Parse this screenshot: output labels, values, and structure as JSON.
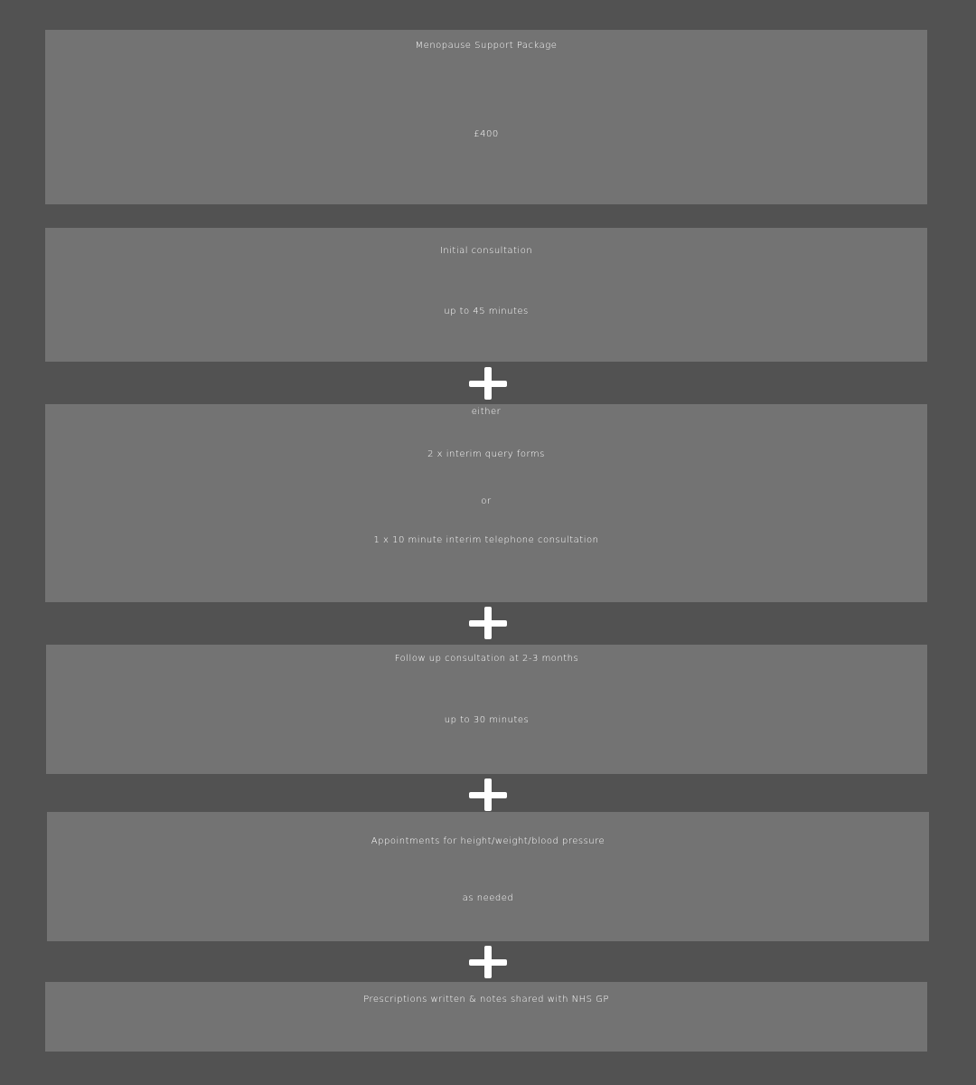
{
  "header": {
    "title": "Menopause Support Package",
    "price": "£400"
  },
  "items": [
    {
      "title": "Initial consultation",
      "subtitle": "up to 45 minutes"
    },
    {
      "either": "either",
      "option_a": "2 x interim query forms",
      "or": "or",
      "option_b": "1 x 10 minute interim telephone consultation"
    },
    {
      "title": "Follow up consultation at 2-3 months",
      "subtitle": "up to 30 minutes"
    },
    {
      "title": "Appointments for height/weight/blood pressure",
      "subtitle": "as needed"
    },
    {
      "title": "Prescriptions written & notes shared with NHS GP"
    }
  ],
  "separator_icon": "plus-icon",
  "colors": {
    "background": "#525252",
    "box": "#737373",
    "text": "#ffffff"
  }
}
